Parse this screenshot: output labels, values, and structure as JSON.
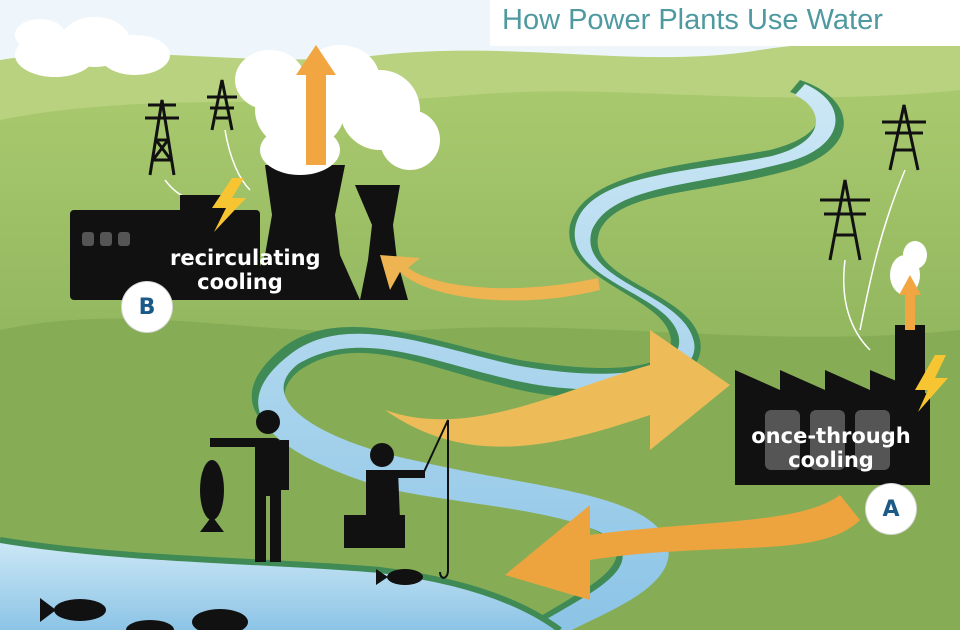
{
  "title": "How Power Plants Use Water",
  "plants": [
    {
      "badge": "B",
      "label_line1": "recirculating",
      "label_line2": "cooling"
    },
    {
      "badge": "A",
      "label_line1": "once-through",
      "label_line2": "cooling"
    }
  ],
  "colors": {
    "sky": "#ffffff",
    "hills_back": "#9cc06a",
    "hills_front": "#7aa650",
    "river": "#a9d4ee",
    "river_edge": "#4a8f5a",
    "arrow": "#efb24a",
    "silhouette": "#111111",
    "title": "#4f9aa0",
    "badge_text": "#1b5a86"
  }
}
